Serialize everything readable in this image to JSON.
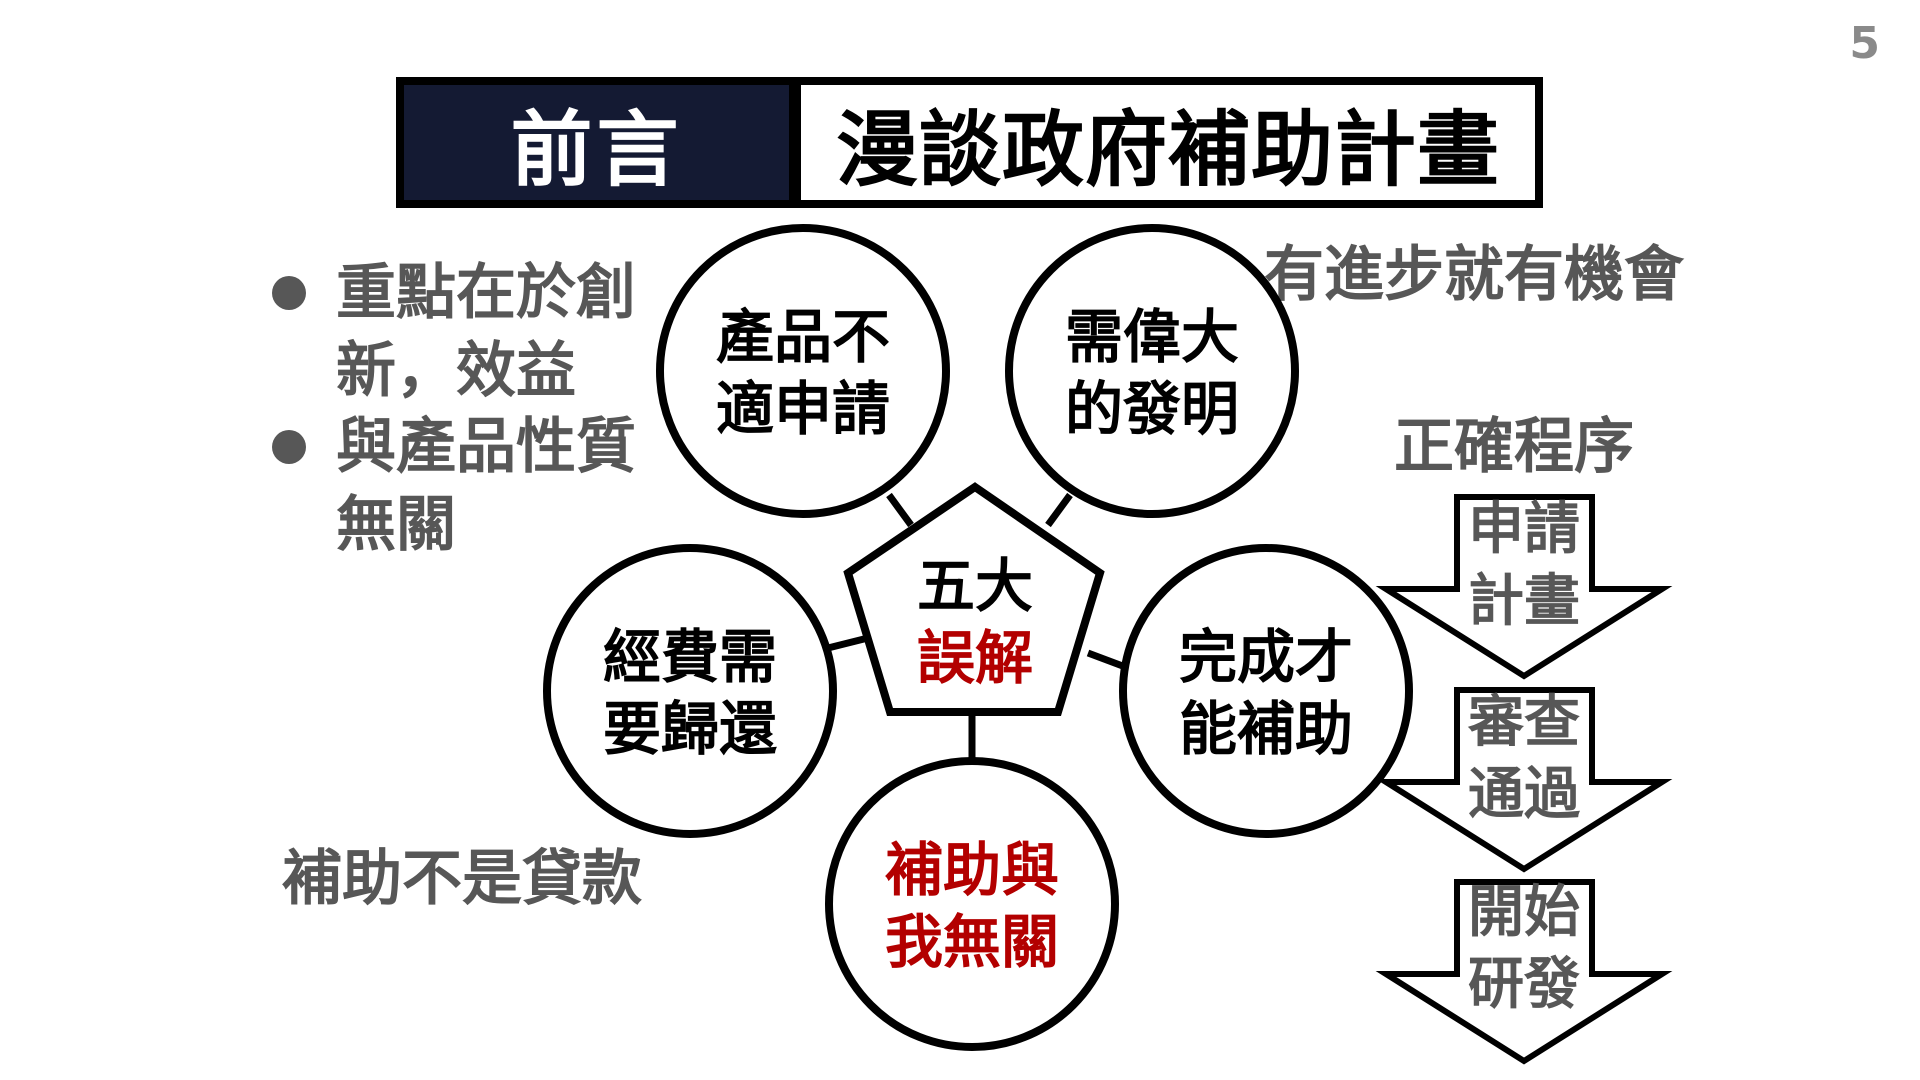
{
  "page_number": "5",
  "title": {
    "left": "前言",
    "right": "漫談政府補助計畫"
  },
  "left_notes": {
    "bullets": [
      {
        "line1": "重點在於創",
        "line2": "新，效益"
      },
      {
        "line1": "與產品性質",
        "line2": "無關"
      }
    ],
    "bottom": "補助不是貸款"
  },
  "right_notes": {
    "top": "有進步就有機會",
    "process_title": "正確程序",
    "steps": [
      {
        "line1": "申請",
        "line2": "計畫"
      },
      {
        "line1": "審查",
        "line2": "通過"
      },
      {
        "line1": "開始",
        "line2": "研發"
      }
    ]
  },
  "center": {
    "line1": "五大",
    "line2": "誤解",
    "line2_color": "#b30000"
  },
  "nodes": [
    {
      "id": "product",
      "line1": "產品不",
      "line2": "適申請",
      "color": "#000000"
    },
    {
      "id": "invention",
      "line1": "需偉大",
      "line2": "的發明",
      "color": "#000000"
    },
    {
      "id": "completion",
      "line1": "完成才",
      "line2": "能補助",
      "color": "#000000"
    },
    {
      "id": "irrelevant",
      "line1": "補助與",
      "line2": "我無關",
      "color": "#b30000"
    },
    {
      "id": "repay",
      "line1": "經費需",
      "line2": "要歸還",
      "color": "#000000"
    }
  ],
  "colors": {
    "banner_dark": "#141a33",
    "gray_text": "#575757",
    "accent_red": "#b30000"
  }
}
